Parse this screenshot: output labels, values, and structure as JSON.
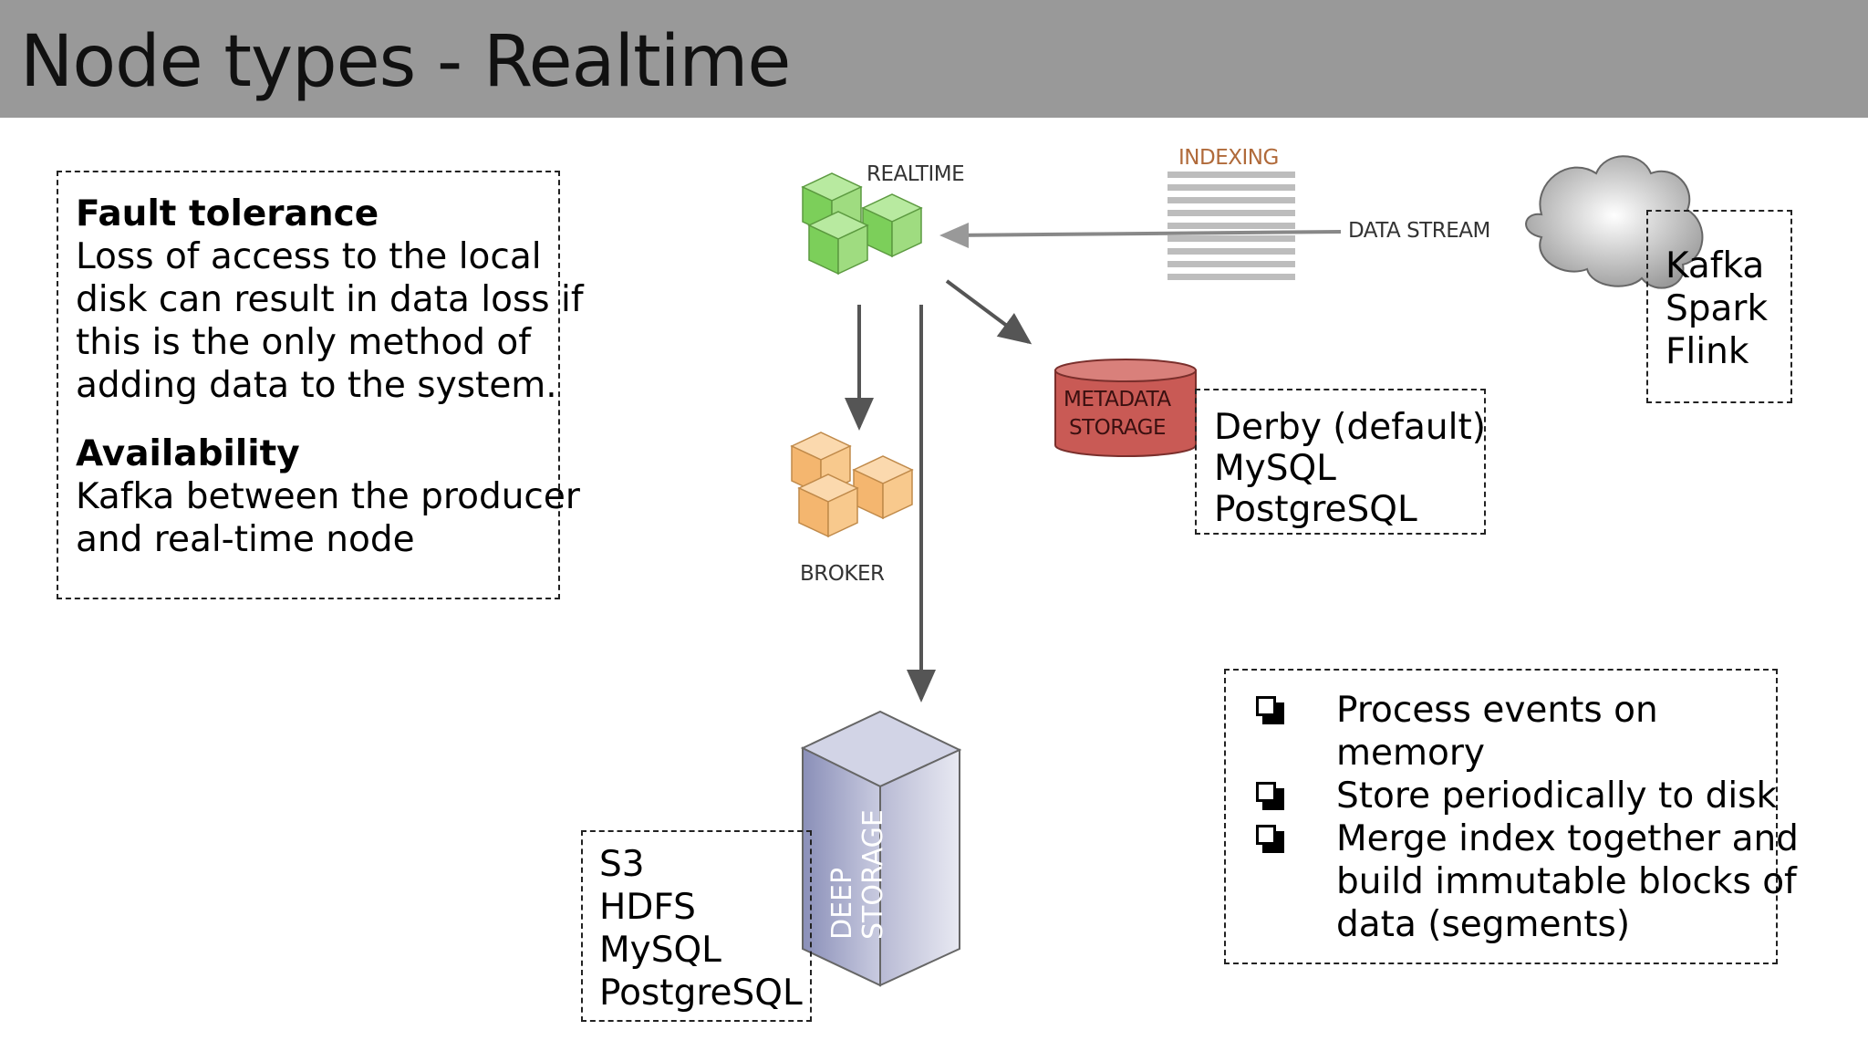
{
  "slide": {
    "title": "Node types - Realtime"
  },
  "fault_box": {
    "heading1": "Fault tolerance",
    "body1_lines": [
      "Loss of access to the local",
      "disk can result in data loss if",
      "this is the only method of",
      "adding data to the system."
    ],
    "heading2": "Availability",
    "body2_lines": [
      "Kafka between the producer",
      "and real-time node"
    ]
  },
  "diagram": {
    "realtime_label": "REALTIME",
    "indexing_label": "INDEXING",
    "data_stream_label": "DATA STREAM",
    "broker_label": "BROKER",
    "metadata_label_line1": "METADATA",
    "metadata_label_line2": "STORAGE",
    "deep_storage_line1": "DEEP",
    "deep_storage_line2": "STORAGE",
    "colors": {
      "realtime_cube": "#7ccf5a",
      "broker_cube": "#f4b66f",
      "metadata_cylinder": "#c95a55",
      "deep_storage": "#8a8fb8",
      "indexing_label": "#b06a3a",
      "arrow": "#555555"
    }
  },
  "sources_box": {
    "items": [
      "Kafka",
      "Spark",
      "Flink"
    ]
  },
  "metadata_box": {
    "items": [
      "Derby (default)",
      "MySQL",
      "PostgreSQL"
    ]
  },
  "deep_storage_box": {
    "items": [
      "S3",
      "HDFS",
      "MySQL",
      "PostgreSQL"
    ]
  },
  "process_box": {
    "items": [
      {
        "lines": [
          "Process events on",
          "memory"
        ]
      },
      {
        "lines": [
          "Store periodically to disk"
        ]
      },
      {
        "lines": [
          "Merge index together and",
          "build immutable blocks of",
          "data (segments)"
        ]
      }
    ]
  }
}
